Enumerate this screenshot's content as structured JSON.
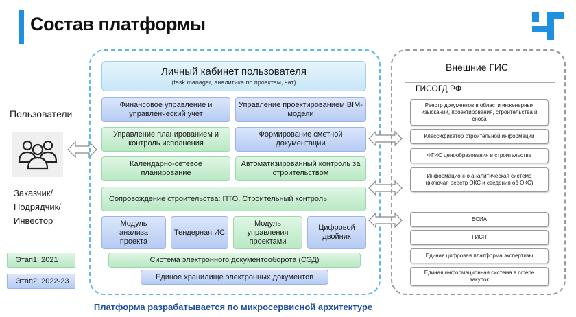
{
  "page": {
    "title": "Состав платформы"
  },
  "logo": {
    "icon": "plus-logo-icon",
    "accent_color": "#1f8fe0"
  },
  "users": {
    "label": "Пользователи",
    "icon": "users-group-icon",
    "roles": [
      "Заказчик/",
      "Подрядчик/",
      "Инвестор"
    ]
  },
  "legend": {
    "stage1": "Этап1: 2021",
    "stage2": "Этап2: 2022-23"
  },
  "platform": {
    "cabinet_title": "Личный кабинет пользователя",
    "cabinet_subtitle": "(task manager, аналитика по проектам, чат)",
    "modules": {
      "finance": "Финансовое управление и управленческий учет",
      "design": "Управление проектированием BIM-модели",
      "planning": "Управление планированием и контроль исполнения",
      "estimate": "Формирование сметной документации",
      "calendar": "Календарно-сетевое планирование",
      "auto_control": "Автоматизированный контроль за строительством",
      "support": "Сопровождение строительства: ПТО, Строительный контроль",
      "analysis": "Модуль анализа проекта",
      "tender": "Тендерная ИС",
      "project_mgmt": "Модуль управления проектами",
      "twin": "Цифровой двойник",
      "edms": "Система электронного документооборота (СЭД)",
      "storage": "Единое хранилище электронных документов"
    }
  },
  "external": {
    "title": "Внешние ГИС",
    "gisogd_title": "ГИСОГД РФ",
    "gisogd_items": [
      "Реестр документов в области инженерных изысканий, проектирования, строительства и сноса",
      "Классификатор строительной информации",
      "ФГИС ценообразования в строительстве",
      "Информационно аналитическая система (включая реестр ОКС и сведения об ОКС)"
    ],
    "other_items": [
      "ЕСИА",
      "ГИСП",
      "Единая цифровая платформа экспертизы",
      "Единая информационная система в сфере закупок"
    ]
  },
  "footer": "Платформа разрабатывается по микросервисной архитектуре"
}
